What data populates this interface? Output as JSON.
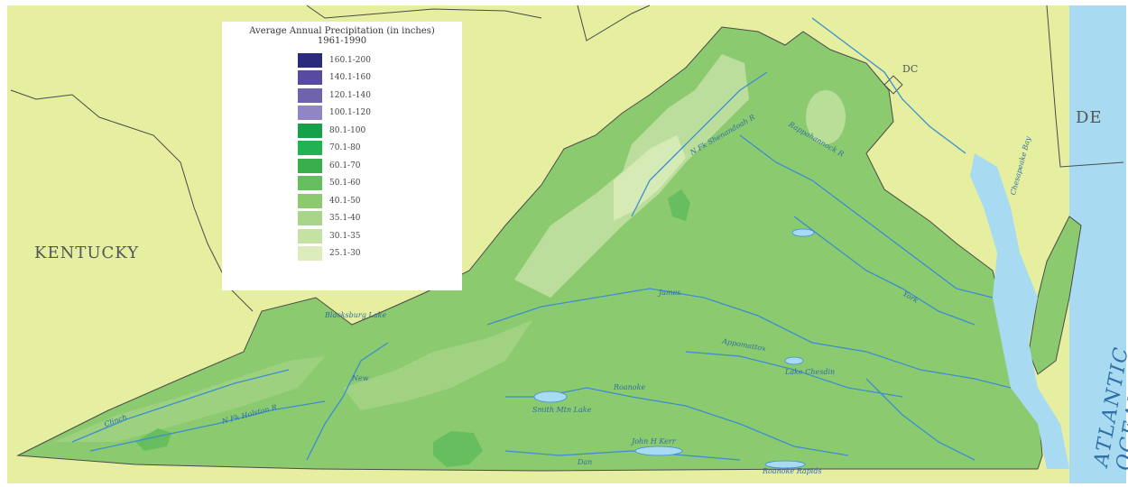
{
  "legend": {
    "title": "Average Annual Precipitation (in inches)",
    "period": "1961-1990",
    "classes": [
      {
        "range": "160.1-200",
        "color": "#2d2a7e"
      },
      {
        "range": "140.1-160",
        "color": "#574aa0"
      },
      {
        "range": "120.1-140",
        "color": "#6f63ad"
      },
      {
        "range": "100.1-120",
        "color": "#9185c4"
      },
      {
        "range": "80.1-100",
        "color": "#16a04a"
      },
      {
        "range": "70.1-80",
        "color": "#20b253"
      },
      {
        "range": "60.1-70",
        "color": "#3aae4d"
      },
      {
        "range": "50.1-60",
        "color": "#66be5e"
      },
      {
        "range": "40.1-50",
        "color": "#8cca70"
      },
      {
        "range": "35.1-40",
        "color": "#a8d58a"
      },
      {
        "range": "30.1-35",
        "color": "#c4e2a3"
      },
      {
        "range": "25.1-30",
        "color": "#dcecbb"
      }
    ]
  },
  "labels": {
    "kentucky": "KENTUCKY",
    "dc": "DC",
    "de": "DE",
    "ocean": "ATLANTIC OCEAN"
  },
  "water_labels": [
    {
      "key": "claytor",
      "text": "Blacksburg Lake"
    },
    {
      "key": "smith",
      "text": "Smith Mtn Lake"
    },
    {
      "key": "kerr",
      "text": "John H Kerr"
    },
    {
      "key": "chesapeake",
      "text": "Chesapeake Bay"
    },
    {
      "key": "gaston",
      "text": "Roanoke Rapids"
    },
    {
      "key": "chowan",
      "text": "Lake Chesdin"
    },
    {
      "key": "shen",
      "text": "N Fk Shenandoah R"
    },
    {
      "key": "rapp",
      "text": "Rappahannock R"
    },
    {
      "key": "james",
      "text": "James"
    },
    {
      "key": "roanoke",
      "text": "Roanoke"
    },
    {
      "key": "clinch",
      "text": "Clinch"
    },
    {
      "key": "holston",
      "text": "N Fk Holston R"
    },
    {
      "key": "newriver",
      "text": "New"
    },
    {
      "key": "york",
      "text": "York"
    },
    {
      "key": "dan",
      "text": "Dan"
    },
    {
      "key": "appomattox",
      "text": "Appomattox"
    }
  ],
  "colors": {
    "land_outside": "#e6eea0",
    "water": "#a8daf2",
    "river": "#3b8ed0",
    "border": "#4a4a4a"
  }
}
